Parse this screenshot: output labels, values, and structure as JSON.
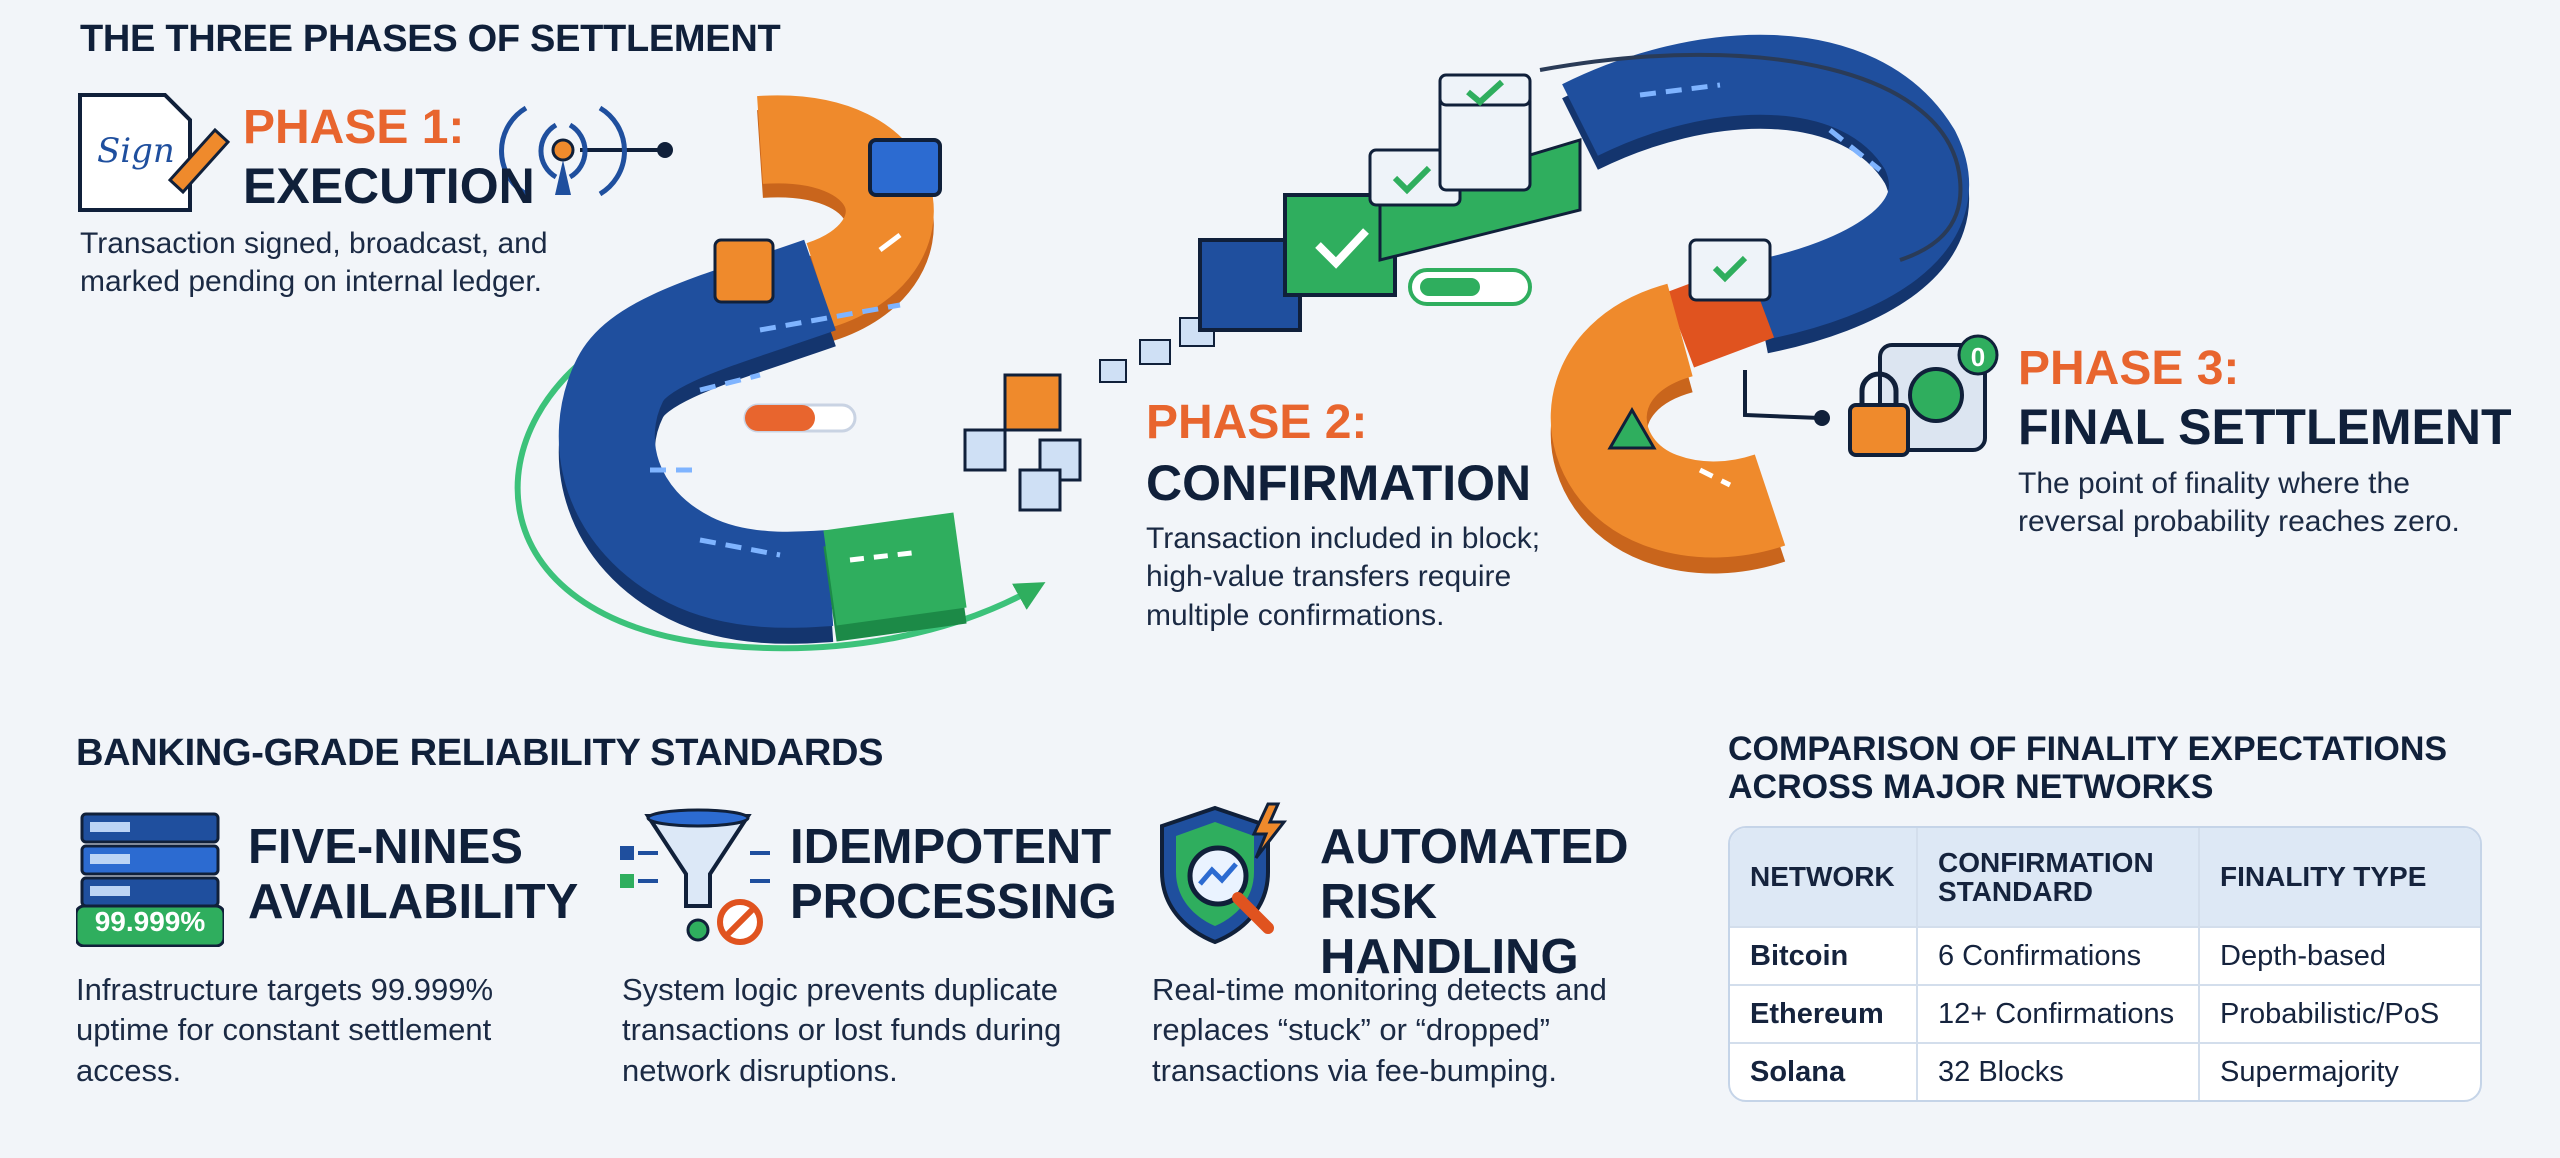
{
  "title": "THE THREE PHASES OF SETTLEMENT",
  "phases": [
    {
      "label": "PHASE 1:",
      "title": "EXECUTION",
      "desc": "Transaction signed, broadcast, and marked pending on internal ledger."
    },
    {
      "label": "PHASE 2:",
      "title": "CONFIRMATION",
      "desc": "Transaction included in block; high-value transfers require multiple confirmations."
    },
    {
      "label": "PHASE 3:",
      "title": "FINAL SETTLEMENT",
      "desc": "The point of finality where the reversal probability reaches zero."
    }
  ],
  "sign_text": "Sign",
  "safe_badge": "0",
  "reliability": {
    "title": "BANKING-GRADE RELIABILITY STANDARDS",
    "items": [
      {
        "title": "FIVE-NINES AVAILABILITY",
        "badge": "99.999%",
        "desc": "Infrastructure targets 99.999% uptime for constant settlement access."
      },
      {
        "title": "IDEMPOTENT PROCESSING",
        "desc": "System logic prevents duplicate transactions or lost funds during network disruptions."
      },
      {
        "title": "AUTOMATED RISK HANDLING",
        "desc": "Real-time monitoring detects and replaces “stuck” or “dropped” transactions via fee-bumping."
      }
    ]
  },
  "comparison": {
    "title": "COMPARISON OF FINALITY EXPECTATIONS ACROSS MAJOR NETWORKS",
    "headers": [
      "NETWORK",
      "CONFIRMATION STANDARD",
      "FINALITY TYPE"
    ],
    "rows": [
      [
        "Bitcoin",
        "6 Confirmations",
        "Depth-based"
      ],
      [
        "Ethereum",
        "12+ Confirmations",
        "Probabilistic/PoS"
      ],
      [
        "Solana",
        "32 Blocks",
        "Supermajority"
      ]
    ]
  },
  "colors": {
    "orange": "#ef8a2c",
    "blue": "#1f4f9e",
    "green": "#2fae5e",
    "dark": "#10203a",
    "accent": "#e8652e"
  }
}
